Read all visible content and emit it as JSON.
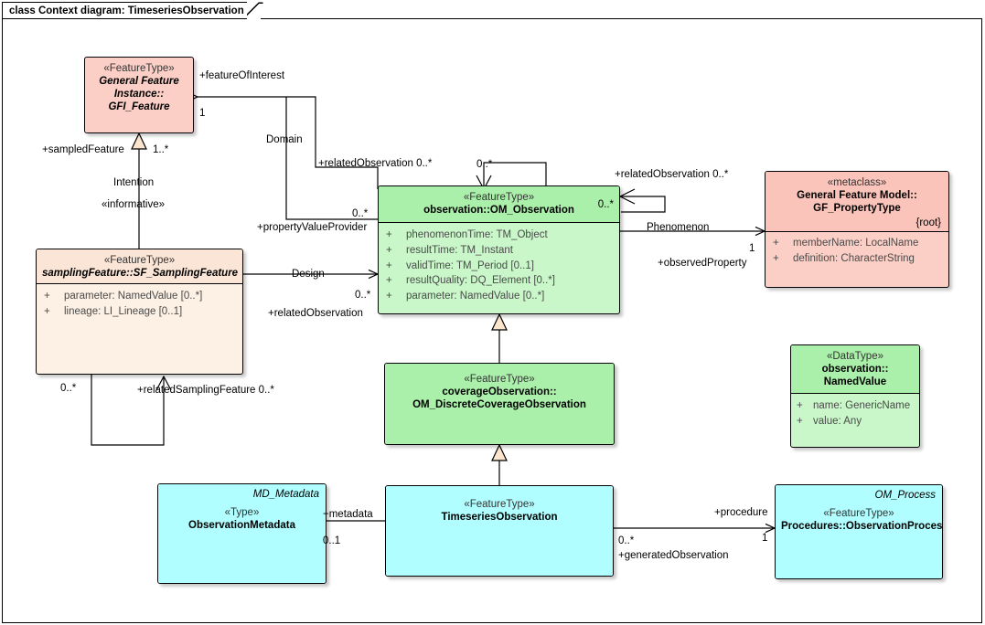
{
  "diagram": {
    "title": "class Context diagram: TimeseriesObservation",
    "type": "uml-class-diagram"
  },
  "classes": {
    "gfi_feature": {
      "stereotype": "«FeatureType»",
      "name_line1": "General Feature",
      "name_line2": "Instance::",
      "name_line3": "GFI_Feature",
      "fill": "#fbcfc6"
    },
    "sampling_feature": {
      "stereotype": "«FeatureType»",
      "name": "samplingFeature::SF_SamplingFeature",
      "attributes": [
        {
          "visibility": "+",
          "text": "parameter: NamedValue [0..*]"
        },
        {
          "visibility": "+",
          "text": "lineage: LI_Lineage [0..1]"
        }
      ],
      "fill": "#fbe5d6"
    },
    "om_observation": {
      "stereotype": "«FeatureType»",
      "name": "observation::OM_Observation",
      "corner_multiplicity": "0..*",
      "attributes": [
        {
          "visibility": "+",
          "text": "phenomenonTime: TM_Object"
        },
        {
          "visibility": "+",
          "text": "resultTime: TM_Instant"
        },
        {
          "visibility": "+",
          "text": "validTime: TM_Period [0..1]"
        },
        {
          "visibility": "+",
          "text": "resultQuality: DQ_Element [0..*]"
        },
        {
          "visibility": "+",
          "text": "parameter: NamedValue [0..*]"
        }
      ],
      "fill": "#aaf0aa"
    },
    "gf_propertytype": {
      "stereotype": "«metaclass»",
      "name_line1": "General Feature Model::",
      "name_line2": "GF_PropertyType",
      "constraint": "{root}",
      "attributes": [
        {
          "visibility": "+",
          "text": "memberName: LocalName"
        },
        {
          "visibility": "+",
          "text": "definition: CharacterString"
        }
      ],
      "fill": "#fac4bb"
    },
    "coverage_observation": {
      "stereotype": "«FeatureType»",
      "name_line1": "coverageObservation::",
      "name_line2": "OM_DiscreteCoverageObservation",
      "fill": "#aaf0aa"
    },
    "named_value": {
      "stereotype": "«DataType»",
      "name_line1": "observation::",
      "name_line2": "NamedValue",
      "attributes": [
        {
          "visibility": "+",
          "text": "name: GenericName"
        },
        {
          "visibility": "+",
          "text": "value: Any"
        }
      ],
      "fill": "#aaf0aa"
    },
    "observation_metadata": {
      "topright": "MD_Metadata",
      "stereotype": "«Type»",
      "name": "ObservationMetadata",
      "fill": "#b0feff"
    },
    "timeseries_observation": {
      "stereotype": "«FeatureType»",
      "name": "TimeseriesObservation",
      "fill": "#b0feff"
    },
    "observation_process": {
      "topright": "OM_Process",
      "stereotype": "«FeatureType»",
      "name": "Procedures::ObservationProcess",
      "fill": "#b0feff"
    }
  },
  "connector_labels": {
    "feature_of_interest": "+featureOfInterest",
    "foi_mult": "1",
    "sampled_feature": "+sampledFeature",
    "sampled_feature_mult": "1..*",
    "intention": "Intention",
    "informative": "«informative»",
    "domain": "Domain",
    "related_observation_top": "+relatedObservation 0..*",
    "self_loop_top_mult": "0..*",
    "property_value_provider": "+propertyValueProvider",
    "pvp_mult": "0..*",
    "related_observation_right": "+relatedObservation 0..*",
    "om_right_mult": "0..*",
    "phenomenon": "Phenomenon",
    "observed_property": "+observedProperty",
    "observed_property_mult": "1",
    "design": "Design",
    "design_mult": "0..*",
    "related_observation_design": "+relatedObservation",
    "related_sampling_feature": "+relatedSamplingFeature 0..*",
    "sf_loop_mult": "0..*",
    "metadata": "+metadata",
    "metadata_mult": "0..1",
    "procedure": "+procedure",
    "procedure_mult": "1",
    "generated_observation": "+generatedObservation",
    "generated_observation_mult": "0..*"
  }
}
